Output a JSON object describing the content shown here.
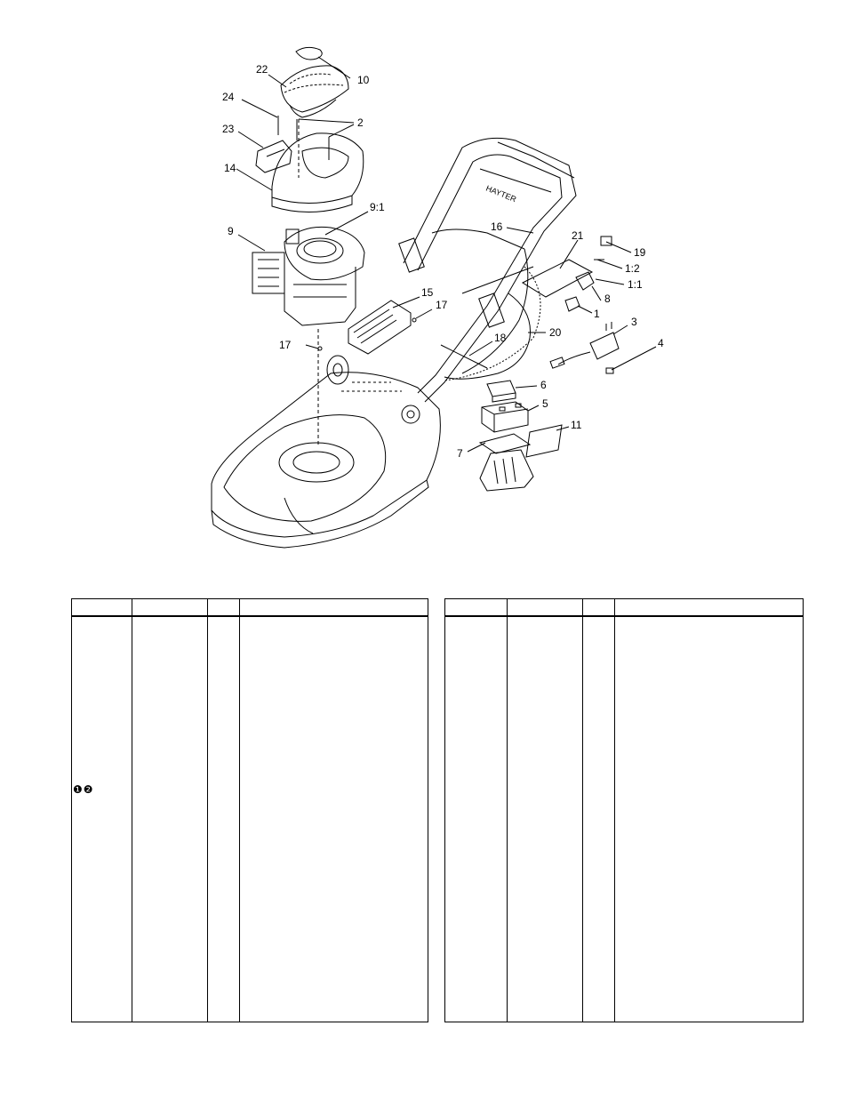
{
  "diagram": {
    "callouts": [
      "22",
      "10",
      "24",
      "2",
      "23",
      "14",
      "9:1",
      "9",
      "16",
      "21",
      "19",
      "1:2",
      "1:1",
      "8",
      "1",
      "15",
      "17",
      "17",
      "20",
      "18",
      "3",
      "4",
      "6",
      "5",
      "11",
      "7"
    ],
    "mower_brand": "HAYTER"
  },
  "tables": {
    "left": {
      "marks": "❶❷"
    },
    "right": {}
  }
}
